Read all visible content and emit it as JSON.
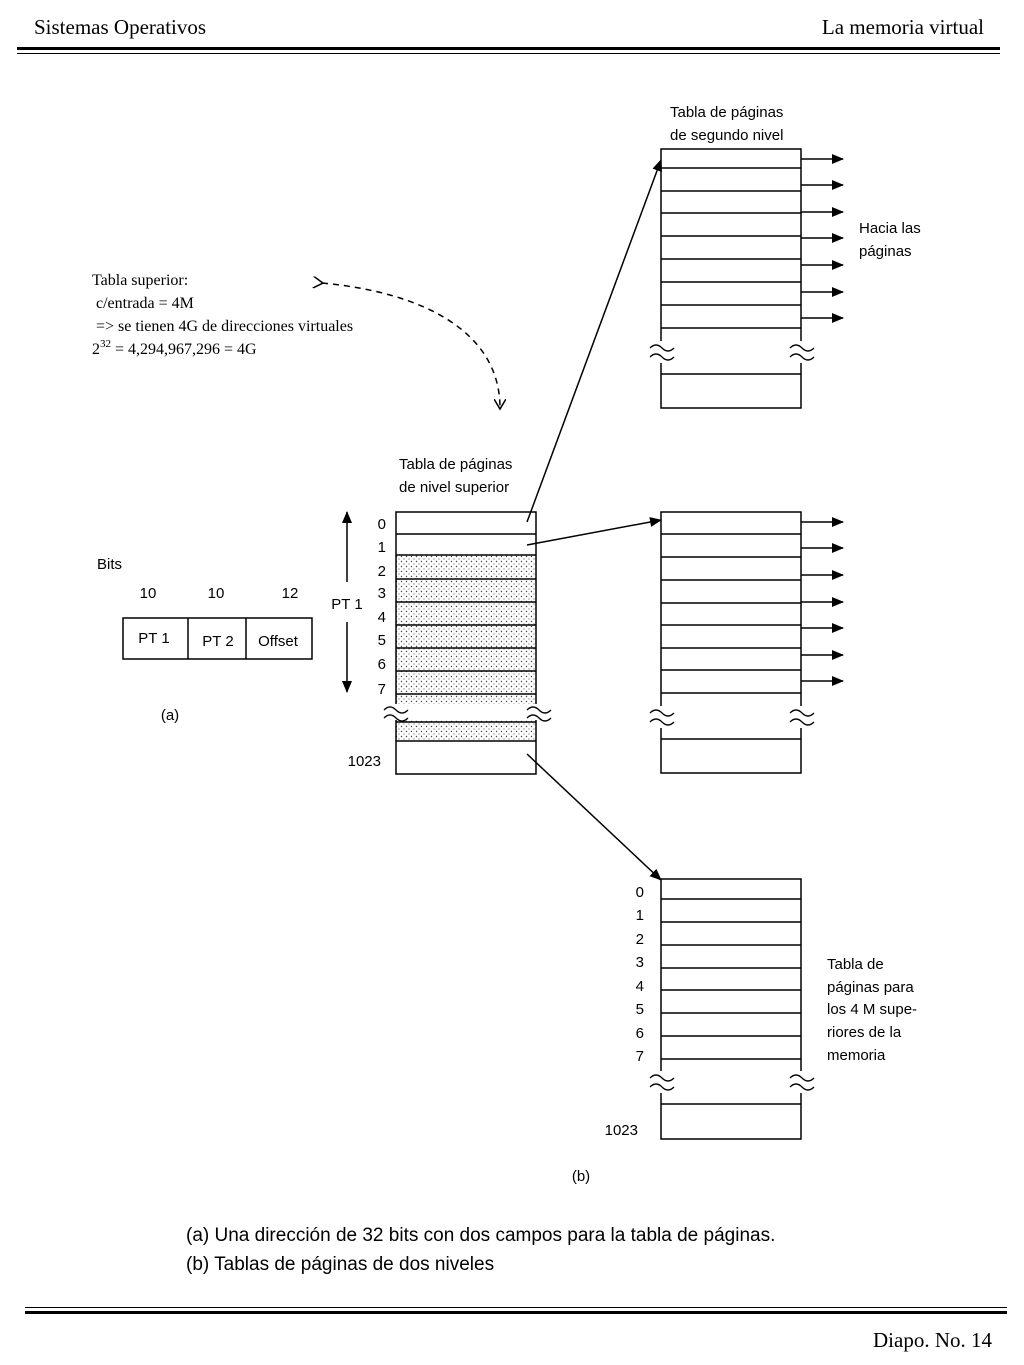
{
  "header": {
    "left_title": "Sistemas Operativos",
    "right_title": "La memoria virtual"
  },
  "diagram": {
    "second_level_title": [
      "Tabla de páginas",
      "de segundo nivel"
    ],
    "to_pages_label": [
      "Hacia las",
      "páginas"
    ],
    "annotation": {
      "line1": "Tabla superior:",
      "line2": " c/entrada = 4M",
      "line3": " => se tienen 4G de direcciones virtuales",
      "line4_base": "2",
      "line4_exp": "32",
      "line4_rest": " = 4,294,967,296 = 4G"
    },
    "top_level_title": [
      "Tabla de páginas",
      "de nivel superior"
    ],
    "top_level_indices": [
      "0",
      "1",
      "2",
      "3",
      "4",
      "5",
      "6",
      "7"
    ],
    "last_index": "1023",
    "pt1_span_label": "PT 1",
    "bits_label": "Bits",
    "field_widths": [
      "10",
      "10",
      "12"
    ],
    "fields": [
      "PT 1",
      "PT 2",
      "Offset"
    ],
    "part_a_label": "(a)",
    "bottom_table_indices": [
      "0",
      "1",
      "2",
      "3",
      "4",
      "5",
      "6",
      "7"
    ],
    "bottom_last_index": "1023",
    "upper_4m_label": [
      "Tabla de",
      "páginas para",
      "los 4 M supe-",
      "riores de la",
      "memoria"
    ],
    "part_b_label": "(b)"
  },
  "caption": {
    "line1": "(a) Una dirección de 32 bits con dos campos para la tabla de páginas.",
    "line2": "(b) Tablas de páginas de dos niveles"
  },
  "footer": {
    "slide_number": "Diapo. No. 14"
  }
}
